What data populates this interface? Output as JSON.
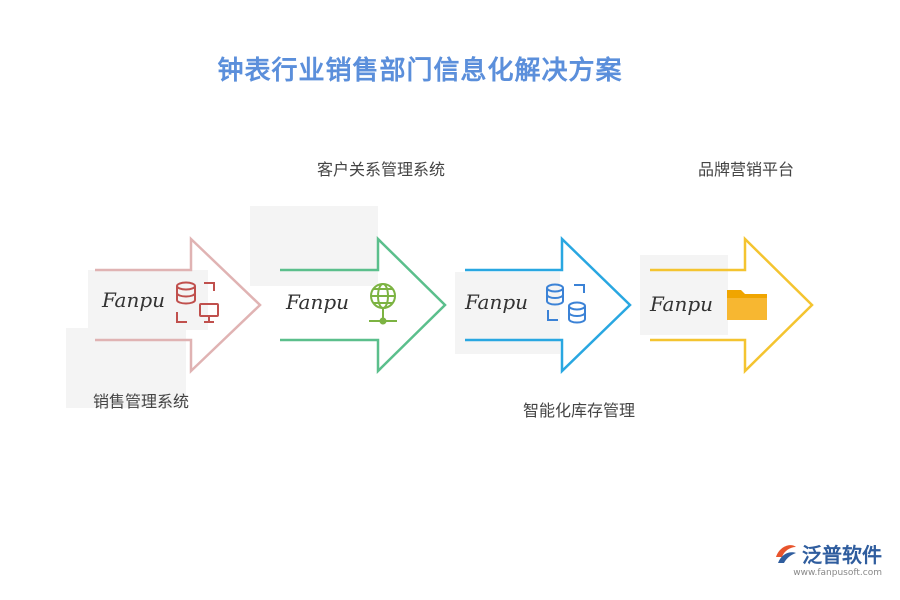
{
  "title": "钟表行业销售部门信息化解决方案",
  "steps": [
    {
      "label": "销售管理系统",
      "watermark": "Fanpu",
      "icon": "database-monitor-icon",
      "color": "#e0b3b3"
    },
    {
      "label": "客户关系管理系统",
      "watermark": "Fanpu",
      "icon": "globe-network-icon",
      "color": "#5bbf8c"
    },
    {
      "label": "智能化库存管理",
      "watermark": "Fanpu",
      "icon": "database-stack-icon",
      "color": "#29a7e1"
    },
    {
      "label": "品牌营销平台",
      "watermark": "Fanpu",
      "icon": "folder-icon",
      "color": "#f4c430"
    }
  ],
  "logo": {
    "name": "泛普软件",
    "url": "www.fanpusoft.com"
  }
}
